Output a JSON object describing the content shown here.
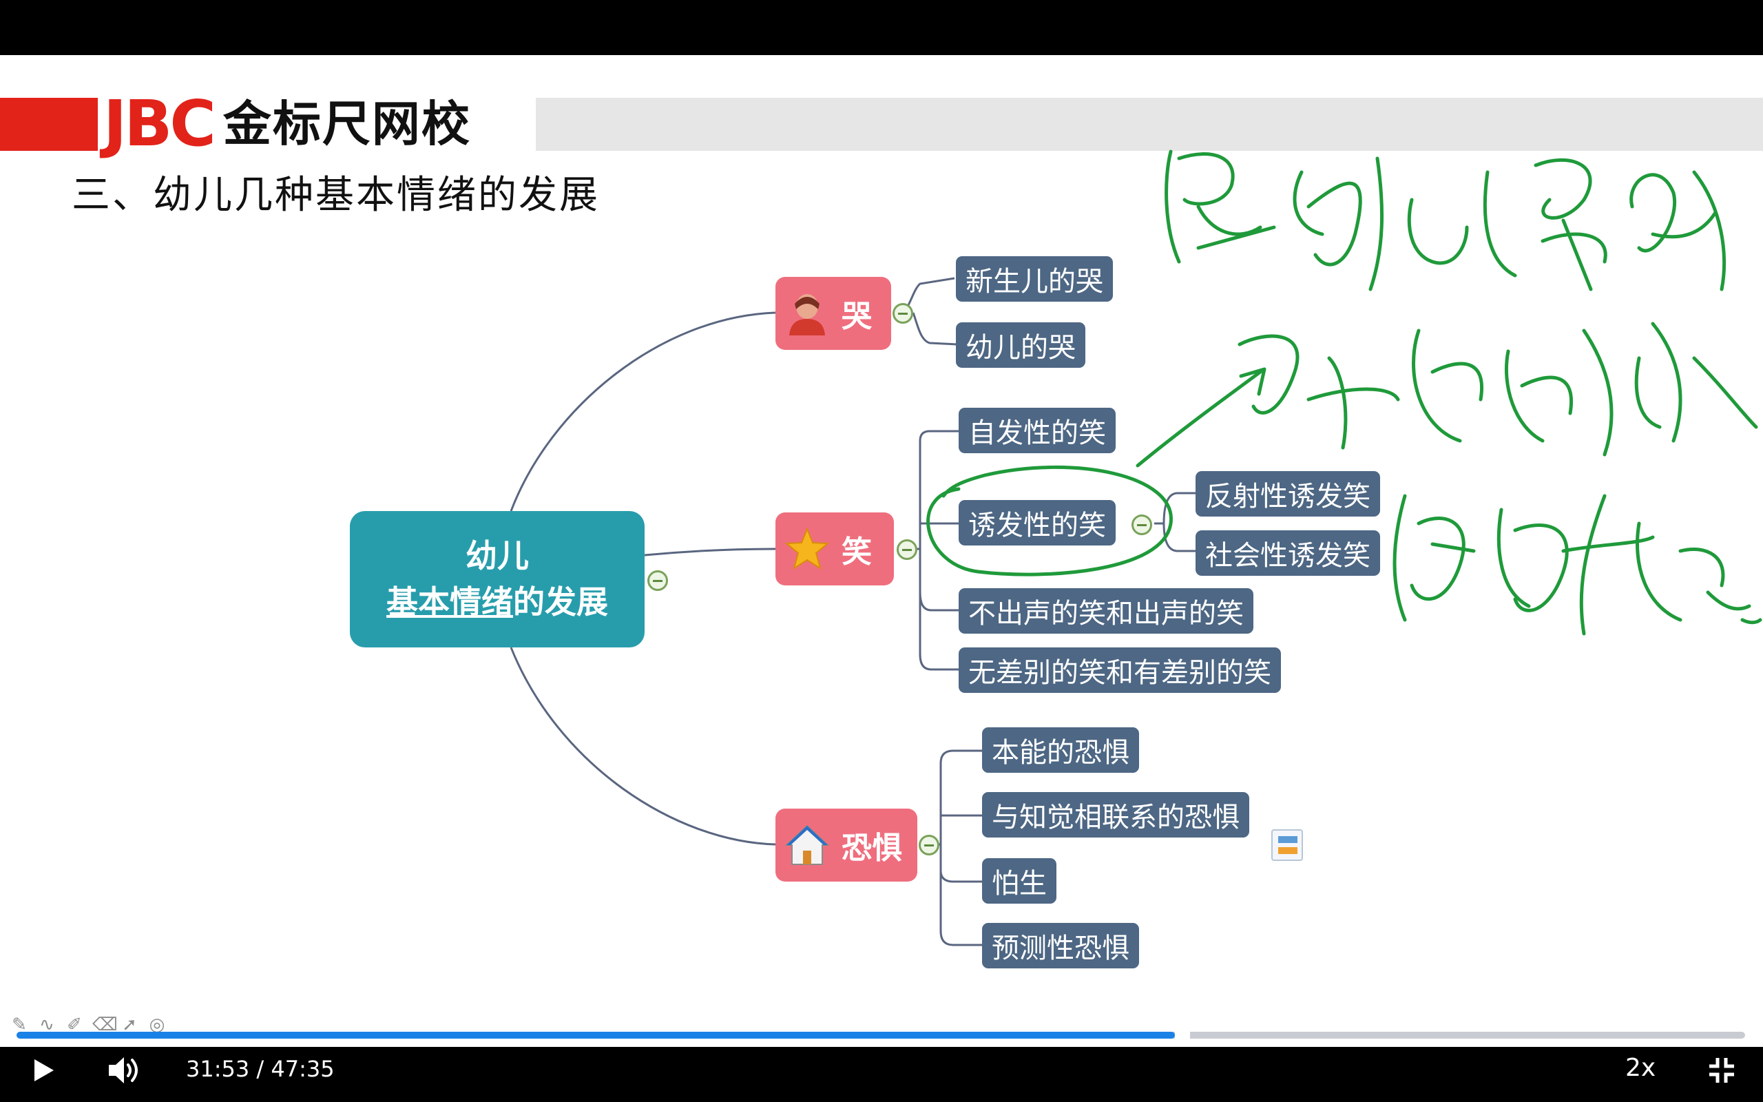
{
  "logo": {
    "mark": "JBC",
    "name": "金标尺网校"
  },
  "slide_title": "三、幼儿几种基本情绪的发展",
  "root": {
    "line1": "幼儿",
    "line2_underlined": "基本情绪",
    "line2_rest": "的发展"
  },
  "topics": [
    {
      "label": "哭",
      "icon": "person-icon"
    },
    {
      "label": "笑",
      "icon": "star-icon"
    },
    {
      "label": "恐惧",
      "icon": "house-icon"
    }
  ],
  "cry_leaves": [
    "新生儿的哭",
    "幼儿的哭"
  ],
  "smile_leaves": [
    "自发性的笑",
    "诱发性的笑",
    "不出声的笑和出声的笑",
    "无差别的笑和有差别的笑"
  ],
  "evoked_leaves": [
    "反射性诱发笑",
    "社会性诱发笑"
  ],
  "fear_leaves": [
    "本能的恐惧",
    "与知觉相联系的恐惧",
    "怕生",
    "预测性恐惧"
  ],
  "player": {
    "current_time": "31:53",
    "separator": " / ",
    "duration": "47:35",
    "progress": 0.67,
    "speed": "2x"
  },
  "colors": {
    "logo_red": "#e2231a",
    "root_teal": "#279dac",
    "topic_pink": "#ef6e7e",
    "leaf_slate": "#4d6784",
    "ink_green": "#1f9a3a",
    "progress_blue": "#1a82e6"
  }
}
